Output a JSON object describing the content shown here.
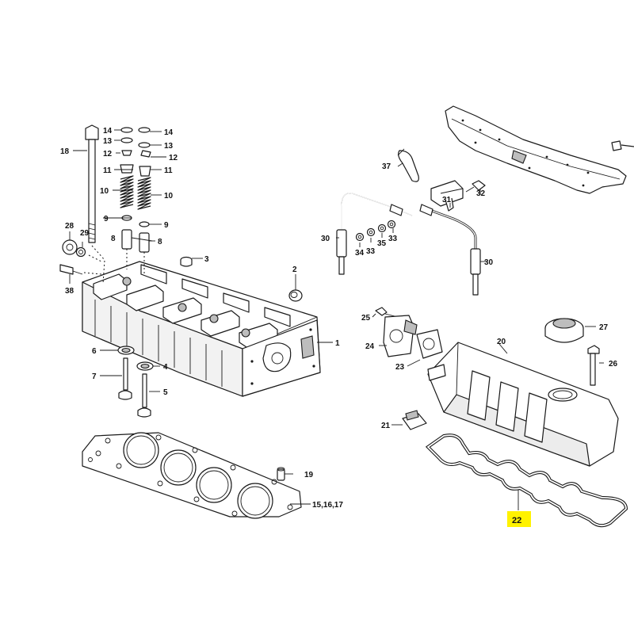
{
  "callouts": {
    "n1": "1",
    "n2": "2",
    "n3": "3",
    "n4": "4",
    "n5": "5",
    "n6": "6",
    "n7": "7",
    "n8a": "8",
    "n8b": "8",
    "n9a": "9",
    "n9b": "9",
    "n10a": "10",
    "n10b": "10",
    "n11a": "11",
    "n11b": "11",
    "n12a": "12",
    "n12b": "12",
    "n13a": "13",
    "n13b": "13",
    "n14a": "14",
    "n14b": "14",
    "n15": "15,16,17",
    "n18": "18",
    "n19": "19",
    "n20": "20",
    "n21": "21",
    "n22": "22",
    "n23": "23",
    "n24": "24",
    "n25": "25",
    "n26": "26",
    "n27": "27",
    "n28": "28",
    "n29": "29",
    "n30a": "30",
    "n30b": "30",
    "n31": "31",
    "n32": "32",
    "n33a": "33",
    "n33b": "33",
    "n34": "34",
    "n35": "35",
    "n37": "37",
    "n38": "38"
  },
  "highlight": {
    "color": "#fff200"
  }
}
